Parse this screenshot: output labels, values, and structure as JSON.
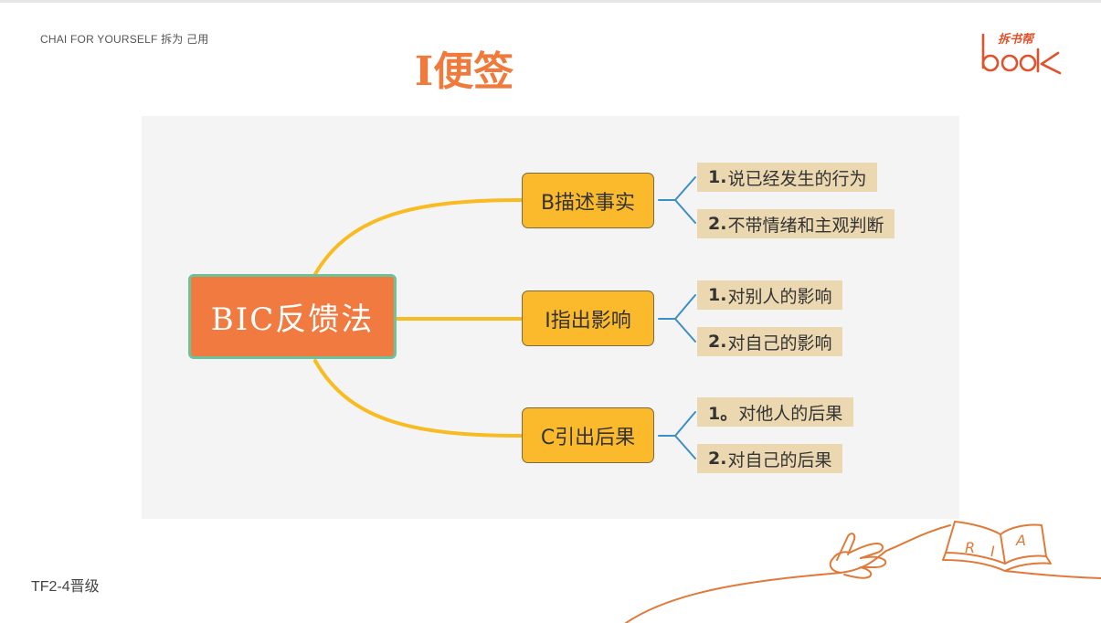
{
  "header": {
    "tagline": "CHAI FOR YOURSELF 拆为 己用",
    "title": "I便签",
    "logo_cn": "拆书帮",
    "logo_en": "book"
  },
  "footer": {
    "label": "TF2-4晋级"
  },
  "diagram": {
    "root": "BIC反馈法",
    "branches": [
      {
        "label": "B描述事实",
        "items": [
          {
            "num": "1.",
            "text": "说已经发生的行为"
          },
          {
            "num": "2.",
            "text": "不带情绪和主观判断"
          }
        ]
      },
      {
        "label": "I指出影响",
        "items": [
          {
            "num": "1.",
            "text": "对别人的影响"
          },
          {
            "num": "2.",
            "text": "对自己的影响"
          }
        ]
      },
      {
        "label": "C引出后果",
        "items": [
          {
            "num": "1。",
            "text": "对他人的后果"
          },
          {
            "num": "2.",
            "text": "对自己的后果"
          }
        ]
      }
    ]
  },
  "decoration": {
    "book_letters": [
      "R",
      "I",
      "A"
    ]
  },
  "colors": {
    "accent_orange": "#f07a3c",
    "branch_yellow": "#fbb92c",
    "root_border_green": "#6cc39a",
    "leaf_beige": "#ebd8b0",
    "connector_blue": "#3b8fc6",
    "panel_gray": "#f4f4f4"
  }
}
